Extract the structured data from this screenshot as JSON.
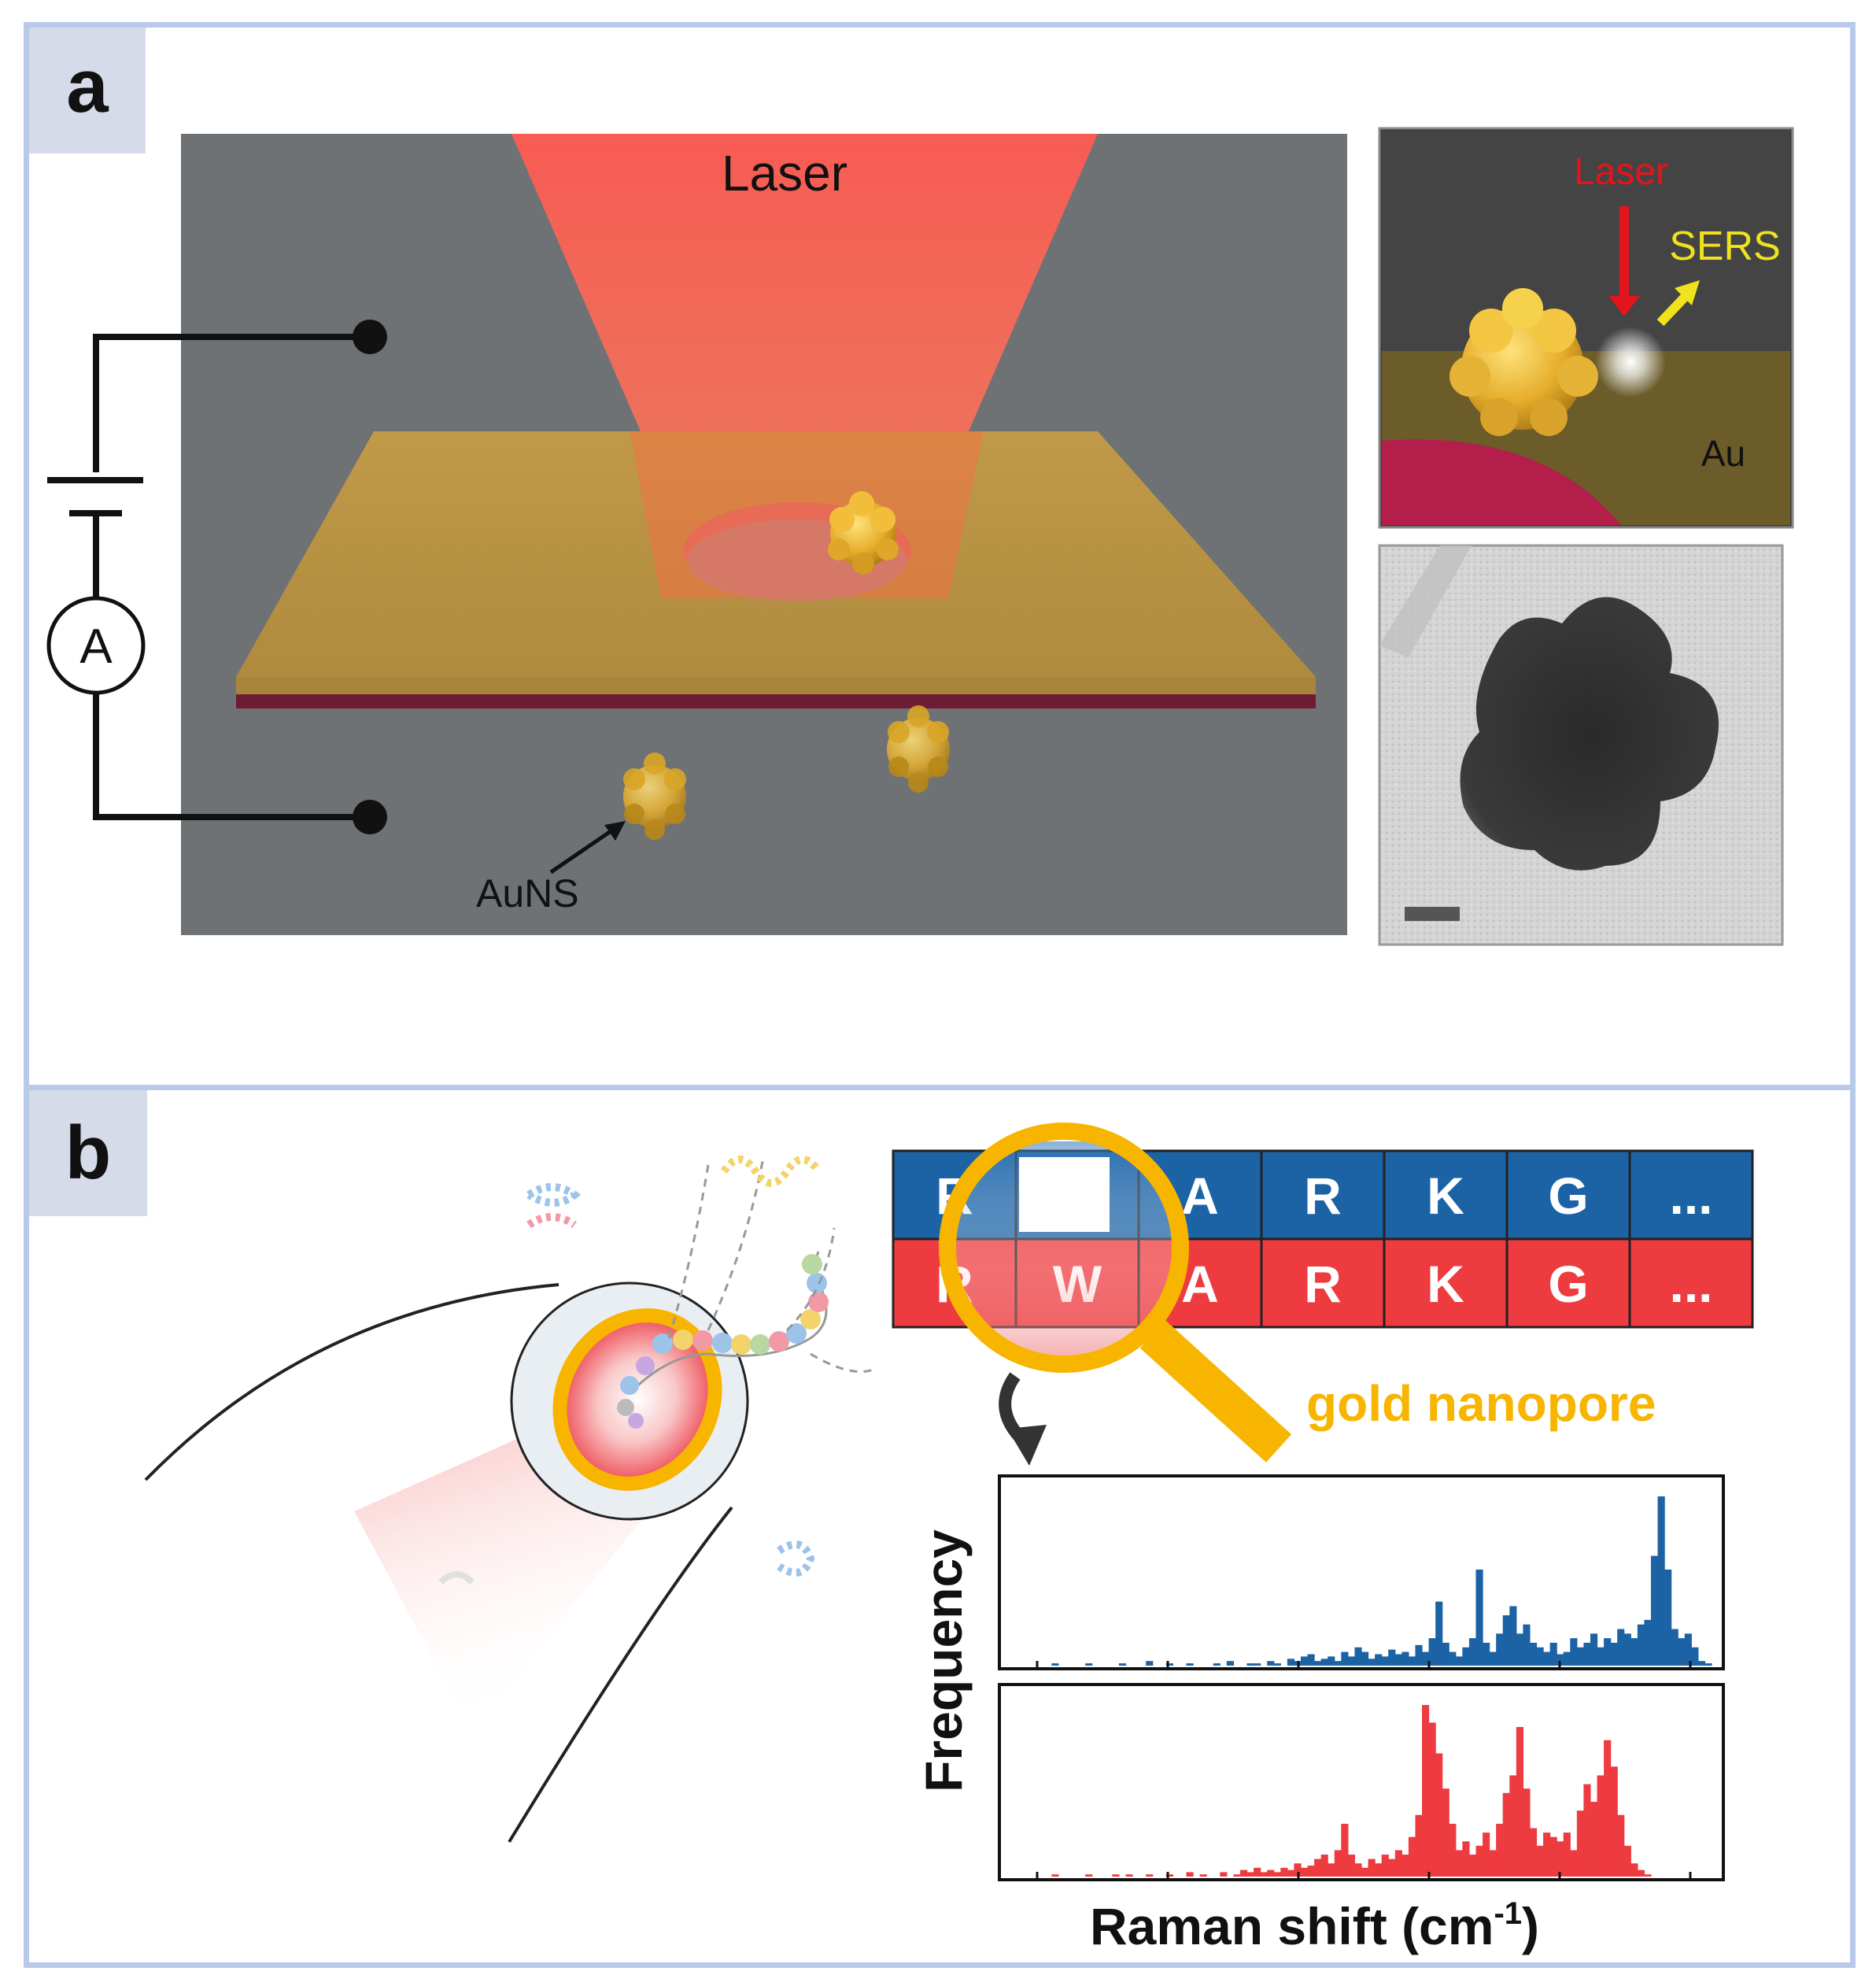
{
  "panel_a": {
    "label": "a",
    "laser_label": "Laser",
    "ammeter_label": "A",
    "particle_label": "AuNS",
    "inset": {
      "laser_label": "Laser",
      "sers_label": "SERS",
      "au_label": "Au"
    }
  },
  "panel_b": {
    "label": "b",
    "sequence_top": [
      "R",
      "",
      "A",
      "R",
      "K",
      "G",
      "..."
    ],
    "sequence_bottom": [
      "R",
      "W",
      "A",
      "R",
      "K",
      "G",
      "..."
    ],
    "magnifier_label": "gold nanopore",
    "y_axis_label": "Frequency",
    "x_axis_label": "Raman shift (cm",
    "x_axis_superscript": "-1",
    "x_axis_suffix": ")"
  },
  "colors": {
    "top_row": "#1c63a6",
    "bottom_row": "#ee3b3f",
    "gold": "#f7b500",
    "panel_border": "#b9c9ea",
    "laser": "#ff5a4f"
  },
  "chart_data": {
    "type": "bar",
    "xlabel": "Raman shift (cm-1)",
    "ylabel": "Frequency",
    "series": [
      {
        "values": [
          0,
          0,
          0,
          0,
          0,
          0,
          1,
          0,
          0,
          0,
          0,
          1,
          0,
          0,
          0,
          0,
          1,
          0,
          0,
          0,
          2,
          0,
          0,
          1,
          0,
          0,
          1,
          0,
          0,
          0,
          1,
          0,
          2,
          0,
          0,
          1,
          1,
          0,
          2,
          1,
          0,
          3,
          2,
          4,
          5,
          2,
          3,
          4,
          2,
          6,
          4,
          8,
          6,
          3,
          5,
          4,
          7,
          5,
          6,
          4,
          9,
          6,
          12,
          28,
          10,
          6,
          4,
          8,
          12,
          42,
          10,
          6,
          14,
          22,
          26,
          14,
          18,
          10,
          8,
          6,
          10,
          5,
          6,
          12,
          8,
          10,
          14,
          8,
          12,
          10,
          16,
          14,
          12,
          18,
          20,
          48,
          74,
          42,
          16,
          12,
          14,
          8,
          2,
          1
        ]
      },
      {
        "values": [
          0,
          0,
          0,
          0,
          0,
          0,
          1,
          0,
          0,
          0,
          0,
          1,
          0,
          0,
          0,
          1,
          0,
          1,
          0,
          0,
          1,
          0,
          0,
          1,
          0,
          0,
          2,
          0,
          1,
          0,
          0,
          2,
          0,
          1,
          3,
          2,
          4,
          2,
          3,
          2,
          4,
          3,
          6,
          4,
          5,
          8,
          10,
          6,
          12,
          24,
          10,
          6,
          4,
          8,
          6,
          10,
          8,
          12,
          10,
          18,
          28,
          78,
          70,
          56,
          40,
          24,
          12,
          16,
          10,
          14,
          20,
          12,
          24,
          38,
          46,
          68,
          40,
          22,
          14,
          20,
          18,
          16,
          20,
          12,
          30,
          42,
          34,
          46,
          62,
          50,
          28,
          14,
          6,
          3,
          1,
          0,
          0,
          0,
          0,
          0,
          0,
          0,
          0,
          0
        ]
      }
    ]
  }
}
